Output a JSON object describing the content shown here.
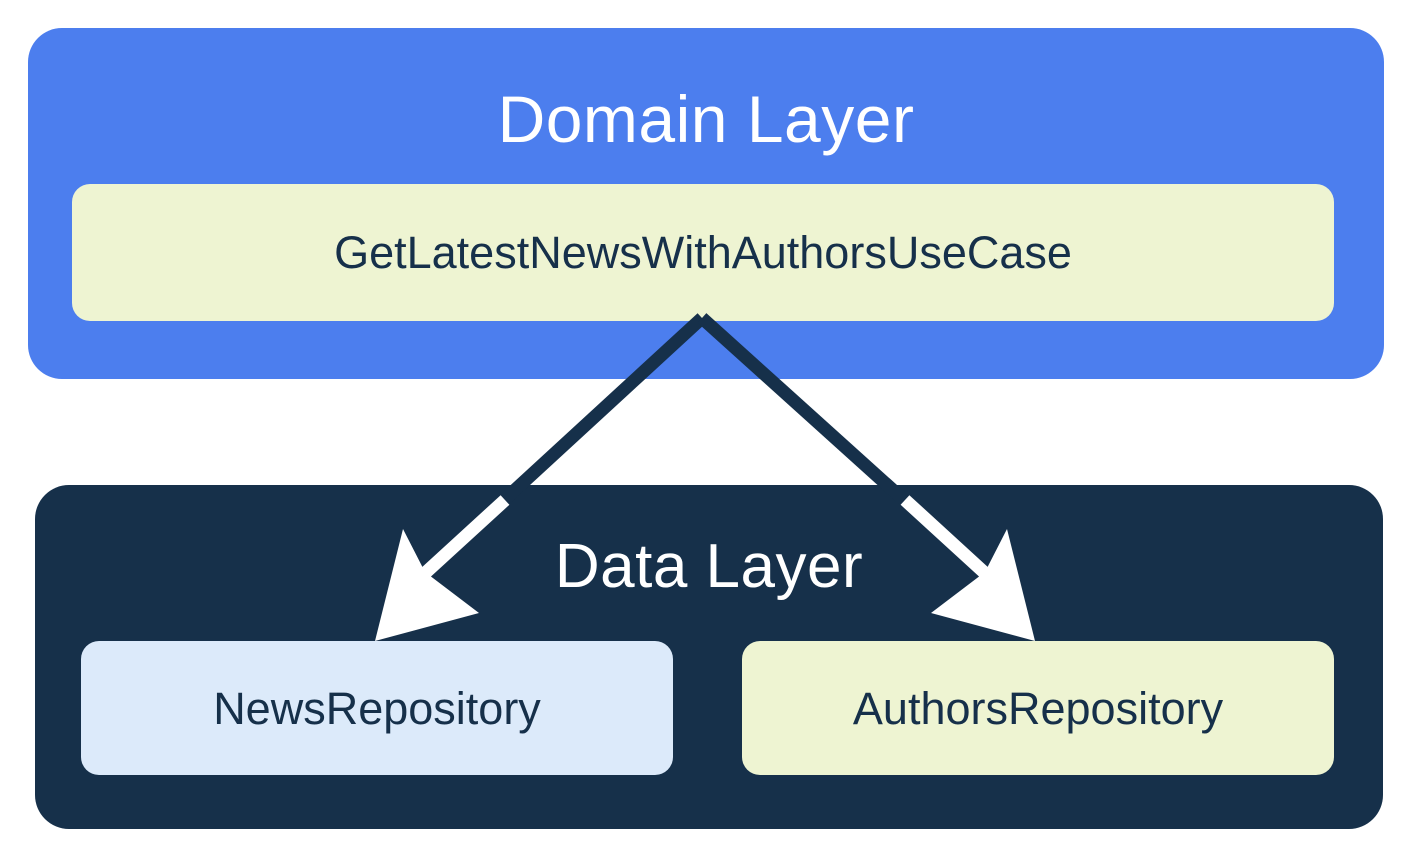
{
  "diagram": {
    "title": "Clean Architecture layer dependency diagram",
    "background": "#FFFFFF",
    "colors": {
      "domain_layer_fill": "#4C7EEE",
      "data_layer_fill": "#16304A",
      "cream_card_fill": "#EEF4D2",
      "blue_card_fill": "#DCEAFA",
      "card_text": "#16304A",
      "layer_title_text": "#FFFFFF",
      "arrow_dark": "#16304A",
      "arrow_light": "#FFFFFF"
    }
  },
  "domain_layer": {
    "title": "Domain Layer",
    "cards": [
      {
        "label": "GetLatestNewsWithAuthorsUseCase",
        "fill": "#EEF4D2"
      }
    ]
  },
  "data_layer": {
    "title": "Data Layer",
    "cards": [
      {
        "label": "NewsRepository",
        "fill": "#DCEAFA"
      },
      {
        "label": "AuthorsRepository",
        "fill": "#EEF4D2"
      }
    ]
  },
  "arrows": [
    {
      "name": "usecase-to-news-repository",
      "from": "GetLatestNewsWithAuthorsUseCase",
      "to": "NewsRepository",
      "direction": "down-left"
    },
    {
      "name": "usecase-to-authors-repository",
      "from": "GetLatestNewsWithAuthorsUseCase",
      "to": "AuthorsRepository",
      "direction": "down-right"
    }
  ]
}
